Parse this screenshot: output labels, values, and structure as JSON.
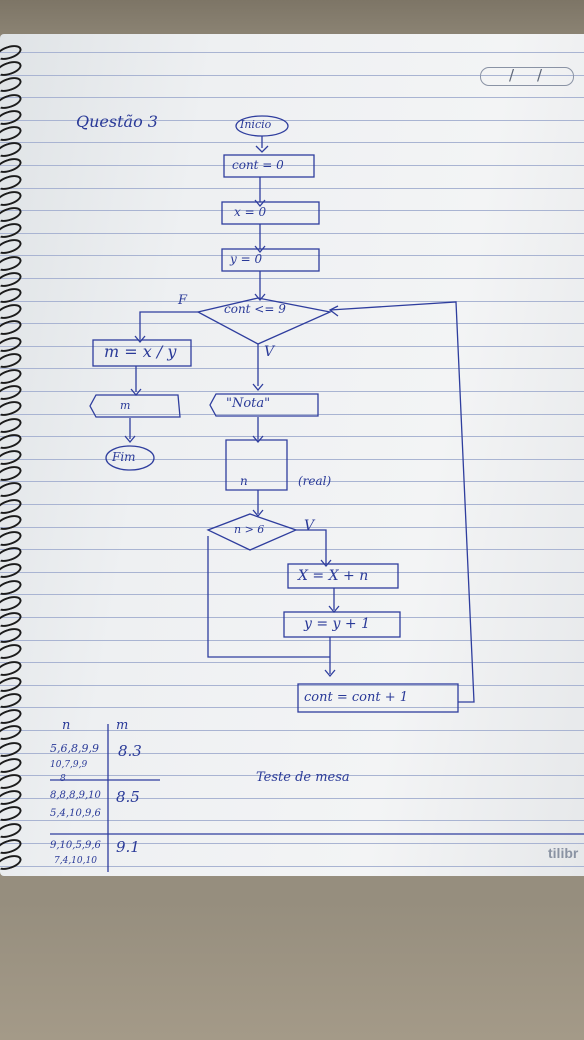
{
  "page": {
    "title": "Questão 3",
    "date_sep1": "/",
    "date_sep2": "/",
    "brand": "tilibr"
  },
  "flowchart": {
    "start": "Inicio",
    "init_cont": "cont = 0",
    "init_x": "x = 0",
    "init_y": "y = 0",
    "loop_condition": "cont <= 9",
    "false_label": "F",
    "true_label": "V",
    "mean": "m = x / y",
    "output_m": "m",
    "end": "Fim",
    "prompt": "\"Nota\"",
    "input_n": "n",
    "input_type": "(real)",
    "condition": "n > 6",
    "cond_true": "V",
    "sum_x": "X = X + n",
    "inc_y": "y = y + 1",
    "inc_cont": "cont = cont + 1"
  },
  "mesa_test": {
    "caption": "Teste de mesa",
    "headers": [
      "n",
      "m"
    ],
    "rows": [
      {
        "n1": "5,6,8,9,9",
        "n2": "10,7,9,9",
        "m": "8.3"
      },
      {
        "n1": "8",
        "n2": "8,8,8,9,10",
        "n3": "5,4,10,9,6",
        "m": "8.5"
      },
      {
        "n1": "9,10,5,9,6",
        "n2": "7,4,10,10",
        "m": "9.1"
      }
    ]
  }
}
